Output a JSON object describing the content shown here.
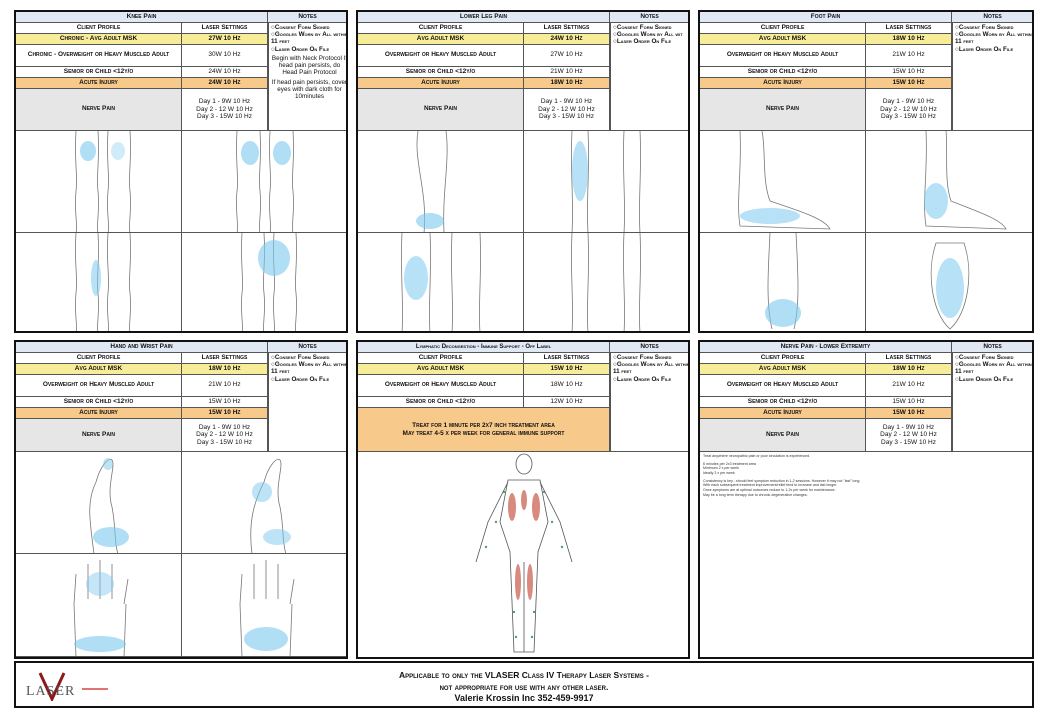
{
  "colors": {
    "header": "#dfe8f3",
    "chronic": "#f7ed98",
    "acute": "#f7c98a",
    "nerve": "#e6e6e6",
    "laser_glow": "#7cc8ef"
  },
  "panels": {
    "knee": {
      "title": "Knee Pain",
      "col_profile": "Client Profile",
      "col_laser": "Laser Settings",
      "col_notes": "Notes",
      "rows": [
        {
          "profile": "Chronic - Avg Adult MSK",
          "setting": "27W 10 Hz"
        },
        {
          "profile": "Chronic - Overweight or Heavy Muscled Adult",
          "setting": "30W 10 Hz"
        },
        {
          "profile": "Senior or Child <12y/o",
          "setting": "24W 10 Hz"
        },
        {
          "profile": "Acute Injury",
          "setting": "24W 10 Hz"
        },
        {
          "profile": "Nerve Pain",
          "days": [
            "Day 1 -   9W   10 Hz",
            "Day 2 - 12 W   10 Hz",
            "Day 3 - 15W   10 Hz"
          ]
        }
      ],
      "notes": [
        "Consent Form Signed",
        "Goggles Worn by All within 11 feet",
        "Laser Order On File"
      ],
      "notes_extra": [
        "Begin with Neck Protocol If head pain persists, do Head Pain Protocol",
        "If head pain persists, cover eyes with dark cloth for 10minutes"
      ]
    },
    "lowerleg": {
      "title": "Lower Leg Pain",
      "col_profile": "Client Profile",
      "col_laser": "Laser Settings",
      "col_notes": "Notes",
      "rows": [
        {
          "profile": "Avg Adult MSK",
          "setting": "24W 10 Hz"
        },
        {
          "profile": "Overweight or Heavy Muscled Adult",
          "setting": "27W 10 Hz"
        },
        {
          "profile": "Senior or Child <12y/o",
          "setting": "21W 10 Hz"
        },
        {
          "profile": "Acute Injury",
          "setting": "18W 10 Hz"
        },
        {
          "profile": "Nerve Pain",
          "days": [
            "Day 1 -   9W   10 Hz",
            "Day 2 - 12 W   10 Hz",
            "Day 3 - 15W   10 Hz"
          ]
        }
      ],
      "notes": [
        "Consent Form Signed",
        "Goggles Worn by All wit",
        "Laser Order On File"
      ]
    },
    "foot": {
      "title": "Foot Pain",
      "col_profile": "Client Profile",
      "col_laser": "Laser Settings",
      "col_notes": "Notes",
      "rows": [
        {
          "profile": "Avg Adult MSK",
          "setting": "18W 10 Hz"
        },
        {
          "profile": "Overweight or Heavy Muscled Adult",
          "setting": "21W 10 Hz"
        },
        {
          "profile": "Senior or Child <12y/o",
          "setting": "15W 10 Hz"
        },
        {
          "profile": "Acute Injury",
          "setting": "15W 10 Hz"
        },
        {
          "profile": "Nerve Pain",
          "days": [
            "Day 1 -   9W   10 Hz",
            "Day 2 - 12 W   10 Hz",
            "Day 3 - 15W   10 Hz"
          ]
        }
      ],
      "notes": [
        "Consent Form Signed",
        "Goggles Worn by All within 11 feet",
        "Laser Order On File"
      ]
    },
    "hand": {
      "title": "Hand and Wrist Pain",
      "col_profile": "Client Profile",
      "col_laser": "Laser Settings",
      "col_notes": "Notes",
      "rows": [
        {
          "profile": "Avg Adult MSK",
          "setting": "18W 10 Hz"
        },
        {
          "profile": "Overweight or Heavy Muscled Adult",
          "setting": "21W 10 Hz"
        },
        {
          "profile": "Senior or Child <12y/o",
          "setting": "15W 10 Hz"
        },
        {
          "profile": "Acute Injury",
          "setting": "15W 10 Hz"
        },
        {
          "profile": "Nerve Pain",
          "days": [
            "Day 1 -   9W   10 Hz",
            "Day 2 - 12 W   10 Hz",
            "Day 3 - 15W   10 Hz"
          ]
        }
      ],
      "notes": [
        "Consent Form Signed",
        "Goggles Worn by All within 11 feet",
        "Laser Order On File"
      ]
    },
    "lymph": {
      "title": "Lymphatic Decongestion - Immune Support - Off Label",
      "col_profile": "Client Profile",
      "col_laser": "Laser Settings",
      "col_notes": "Notes",
      "rows": [
        {
          "profile": "Avg Adult MSK",
          "setting": "15W 10 Hz"
        },
        {
          "profile": "Overweight or Heavy Muscled Adult",
          "setting": "18W 10 Hz"
        },
        {
          "profile": "Senior or Child <12y/o",
          "setting": "12W 10 Hz"
        }
      ],
      "treat": [
        "Treat for 1 minute per 2x7 inch treatment area",
        "May treat 4-5 x per week for general immune support"
      ],
      "notes": [
        "Consent Form Signed",
        "Goggles Worn by All within 11 feet",
        "Laser Order On File"
      ]
    },
    "nerve": {
      "title": "Nerve Pain - Lower Extremity",
      "col_profile": "Client Profile",
      "col_laser": "Laser Settings",
      "col_notes": "Notes",
      "rows": [
        {
          "profile": "Avg Adult MSK",
          "setting": "18W 10 Hz"
        },
        {
          "profile": "Overweight or Heavy Muscled Adult",
          "setting": "21W 10 Hz"
        },
        {
          "profile": "Senior or Child <12y/o",
          "setting": "15W 10 Hz"
        },
        {
          "profile": "Acute Injury",
          "setting": "15W 10 Hz"
        },
        {
          "profile": "Nerve Pain",
          "days": [
            "Day 1 -   9W   10 Hz",
            "Day 2 - 12 W   10 Hz",
            "Day 3 - 15W   10 Hz"
          ]
        }
      ],
      "notes": [
        "Consent Form Signed",
        "Goggles Worn by All within 11 feet",
        "Laser Order On File"
      ],
      "fine_print": [
        "Treat anywhere neuropathic pain or poor circulation is experienced.",
        "6 minutes per 2x3 treatment area",
        "Minimum 2 x per week",
        "Ideally 3 x per week",
        "Consistency is key - should feel symptom reduction in 1-2 sessions. However it may not \"last\" long.",
        "With each subsequent treatment improvement/relief tend to increase and last longer.",
        "Once symptoms are at optimal outcomes reduce to 1-2x per week for maintenance.",
        "May be a long term therapy due to chronic degenerative changes."
      ]
    }
  },
  "footer": {
    "logo": "LASER",
    "line1": "Applicable to only the VLASER Class IV Therapy Laser Systems -",
    "line2": "not appropriate for use with any other laser.",
    "line3": "Valerie Krossin Inc 352-459-9917"
  }
}
